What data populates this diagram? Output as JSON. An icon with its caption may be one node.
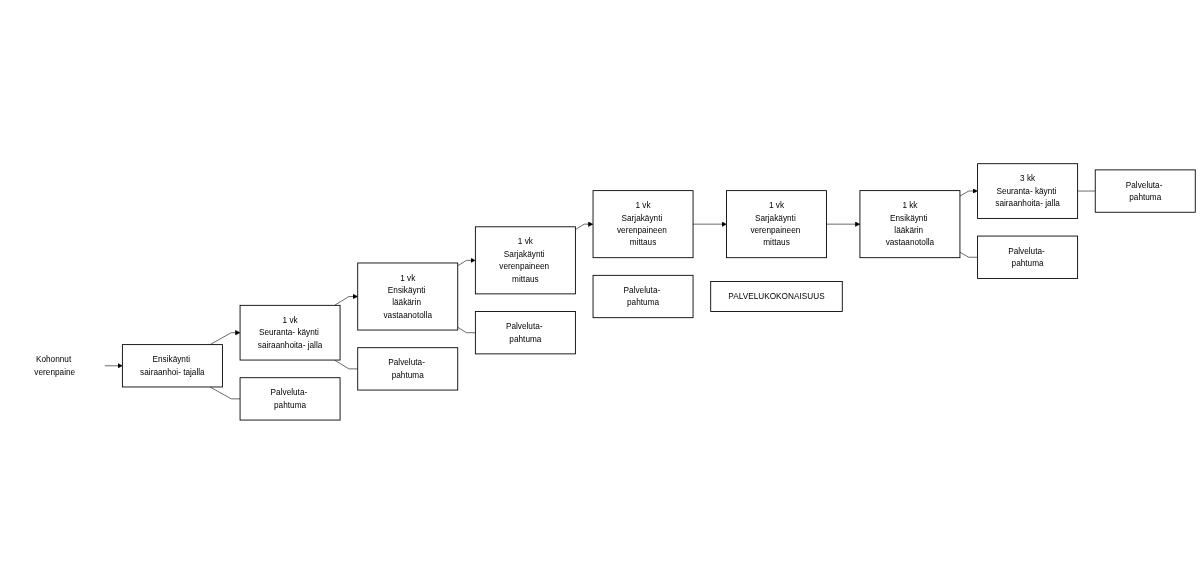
{
  "diagram": {
    "nodes": [
      {
        "text": [
          "Kohonnut verenpaine"
        ]
      },
      {
        "text": [
          "Ensikäynti sairaanhoi- tajalla"
        ]
      },
      {
        "text": [
          "1 vk",
          "Seuranta- käynti sairaanhoita- jalla"
        ]
      },
      {
        "text": [
          "1 vk",
          "Ensikäynti lääkärin vastaanotolla"
        ]
      },
      {
        "text": [
          "1 vk",
          "Sarjakäynti verenpaineen mittaus"
        ]
      },
      {
        "text": [
          "1 vk",
          "Sarjakäynti verenpaineen mittaus"
        ]
      },
      {
        "text": [
          "1 vk",
          "Sarjakäynti verenpaineen mittaus"
        ]
      },
      {
        "text": [
          "1 kk",
          "Ensikäynti lääkärin vastaanotolla"
        ]
      },
      {
        "text": [
          "3 kk",
          "Seuranta- käynti sairaanhoita- jalla"
        ]
      },
      {
        "text": [
          "Palveluta- pahtuma"
        ]
      },
      {
        "text": [
          "Palveluta- pahtuma"
        ]
      },
      {
        "text": [
          "Palveluta- pahtuma"
        ]
      },
      {
        "text": [
          "Palveluta- pahtuma"
        ]
      },
      {
        "text": [
          "Palveluta- pahtuma"
        ]
      },
      {
        "text": [
          "Palveluta- pahtuma"
        ]
      },
      {
        "text": [
          "PALVELUKOKONAISUUS"
        ]
      }
    ],
    "edges": [
      {
        "from": 0,
        "to": 1,
        "arrow": "to"
      },
      {
        "from": 1,
        "to": 2,
        "arrow": "to"
      },
      {
        "from": 2,
        "to": 3,
        "arrow": "to"
      },
      {
        "from": 3,
        "to": 4,
        "arrow": "to"
      },
      {
        "from": 4,
        "to": 5,
        "arrow": "to"
      },
      {
        "from": 5,
        "to": 6,
        "arrow": "to"
      },
      {
        "from": 6,
        "to": 7,
        "arrow": "to"
      },
      {
        "from": 7,
        "to": 8,
        "arrow": "to"
      },
      {
        "from": 1,
        "to": 9,
        "arrow": "none"
      },
      {
        "from": 2,
        "to": 10,
        "arrow": "none"
      },
      {
        "from": 3,
        "to": 11,
        "arrow": "none"
      },
      {
        "from": 7,
        "to": 13,
        "arrow": "none"
      },
      {
        "from": 8,
        "to": 14,
        "arrow": "none"
      }
    ]
  }
}
